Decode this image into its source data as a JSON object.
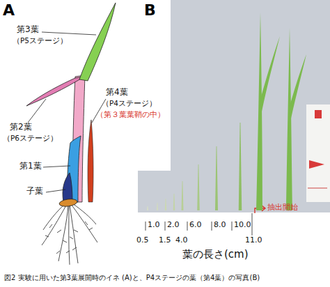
{
  "diagram": {
    "caption": "図2 実験に用いた第3葉展開時のイネ (A)と、P4ステージの葉（第4葉）の写真(B)",
    "labels": [
      "A",
      "B",
      "第3葉",
      "（P5ステージ）",
      "第4葉",
      "（P4ステージ）",
      "（第３葉葉鞘の中）",
      "第2葉",
      "（P6ステージ）",
      "第1葉",
      "子葉",
      "1.0",
      "2.0",
      "6.0",
      "8.0",
      "10.0",
      "0.5",
      "1.5",
      "4.0",
      "11.0",
      "抽出開始",
      "葉の長さ(cm)"
    ]
  }
}
